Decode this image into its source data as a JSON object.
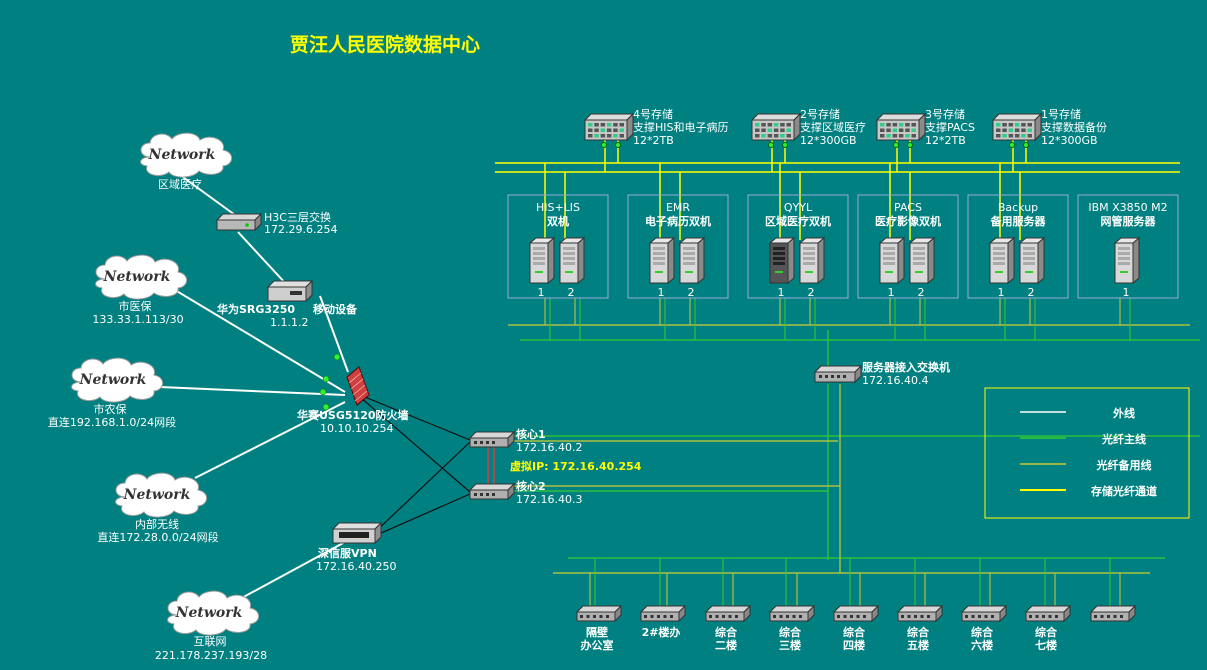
{
  "title": "贾汪人民医院数据中心",
  "clouds": [
    {
      "label": "Network",
      "caption1": "区域医疗",
      "caption2": ""
    },
    {
      "label": "Network",
      "caption1": "市医保",
      "caption2": "133.33.1.113/30"
    },
    {
      "label": "Network",
      "caption1": "市农保",
      "caption2": "直连192.168.1.0/24网段"
    },
    {
      "label": "Network",
      "caption1": "内部无线",
      "caption2": "直连172.28.0.0/24网段"
    },
    {
      "label": "Network",
      "caption1": "互联网",
      "caption2": "221.178.237.193/28"
    }
  ],
  "devices": {
    "h3c": {
      "name": "H3C三层交换",
      "ip": "172.29.6.254"
    },
    "srg": {
      "name": "华为SRG3250",
      "ip": "1.1.1.2",
      "extra": "移动设备"
    },
    "fw": {
      "name": "华赛USG5120防火墙",
      "ip": "10.10.10.254"
    },
    "vpn": {
      "name": "深信服VPN",
      "ip": "172.16.40.250"
    },
    "core1": {
      "name": "核心1",
      "ip": "172.16.40.2"
    },
    "core2": {
      "name": "核心2",
      "ip": "172.16.40.3"
    },
    "vip": "虚拟IP: 172.16.40.254",
    "srvsw": {
      "name": "服务器接入交换机",
      "ip": "172.16.40.4"
    }
  },
  "storage": [
    {
      "l1": "4号存储",
      "l2": "支撑HIS和电子病历",
      "l3": "12*2TB"
    },
    {
      "l1": "2号存储",
      "l2": "支撑区域医疗",
      "l3": "12*300GB"
    },
    {
      "l1": "3号存储",
      "l2": "支撑PACS",
      "l3": "12*2TB"
    },
    {
      "l1": "1号存储",
      "l2": "支撑数据备份",
      "l3": "12*300GB"
    }
  ],
  "servers": [
    {
      "l1": "HIS+LIS",
      "l2": "双机",
      "n1": "1",
      "n2": "2"
    },
    {
      "l1": "EMR",
      "l2": "电子病历双机",
      "n1": "1",
      "n2": "2"
    },
    {
      "l1": "QYYL",
      "l2": "区域医疗双机",
      "n1": "1",
      "n2": "2"
    },
    {
      "l1": "PACS",
      "l2": "医疗影像双机",
      "n1": "1",
      "n2": "2"
    },
    {
      "l1": "Backup",
      "l2": "备用服务器",
      "n1": "1",
      "n2": "2"
    },
    {
      "l1": "IBM X3850 M2",
      "l2": "网管服务器",
      "n1": "1",
      "n2": ""
    }
  ],
  "access": [
    {
      "l1": "隔壁",
      "l2": "办公室"
    },
    {
      "l1": "2#楼办",
      "l2": ""
    },
    {
      "l1": "综合",
      "l2": "二楼"
    },
    {
      "l1": "综合",
      "l2": "三楼"
    },
    {
      "l1": "综合",
      "l2": "四楼"
    },
    {
      "l1": "综合",
      "l2": "五楼"
    },
    {
      "l1": "综合",
      "l2": "六楼"
    },
    {
      "l1": "综合",
      "l2": "七楼"
    },
    {
      "l1": "",
      "l2": ""
    }
  ],
  "legend": [
    {
      "label": "外线",
      "color": "#ffffff"
    },
    {
      "label": "光纤主线",
      "color": "#33cc33"
    },
    {
      "label": "光纤备用线",
      "color": "#cccc33"
    },
    {
      "label": "存储光纤通道",
      "color": "#ffff00"
    }
  ],
  "colors": {
    "background": "#008080",
    "white": "#ffffff",
    "green": "#33cc33",
    "olive": "#cccc33",
    "yellow": "#ffff00"
  }
}
